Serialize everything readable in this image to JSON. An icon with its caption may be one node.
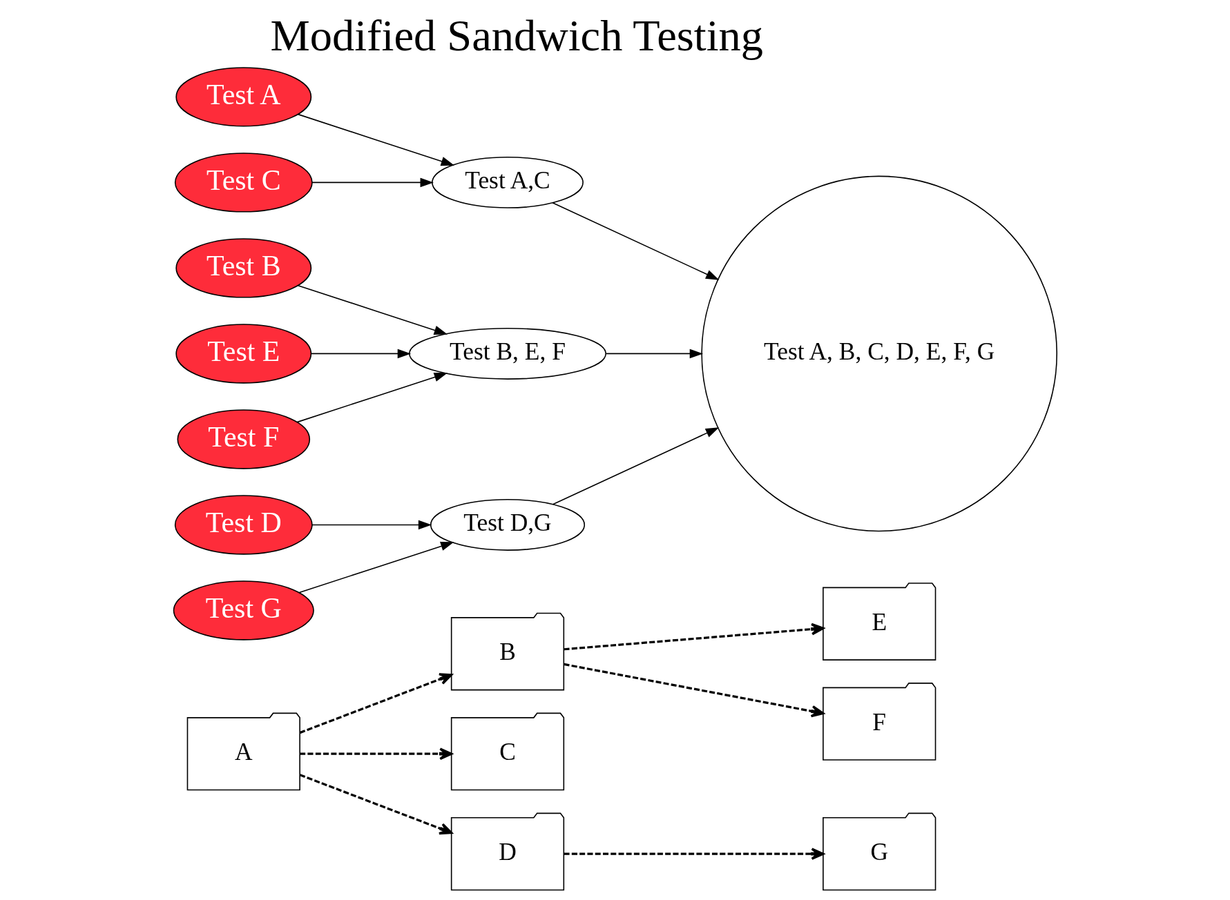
{
  "diagram": {
    "title": "Modified Sandwich Testing",
    "nodes": [
      {
        "text": [
          "A"
        ]
      },
      {
        "text": [
          "B"
        ]
      },
      {
        "text": [
          "C"
        ]
      },
      {
        "text": [
          "D"
        ]
      },
      {
        "text": [
          "E"
        ]
      },
      {
        "text": [
          "F"
        ]
      },
      {
        "text": [
          "G"
        ]
      },
      {
        "text": [
          "Test A"
        ]
      },
      {
        "text": [
          "Test C"
        ]
      },
      {
        "text": [
          "Test A,C"
        ]
      },
      {
        "text": [
          "Test B"
        ]
      },
      {
        "text": [
          "Test E"
        ]
      },
      {
        "text": [
          "Test F"
        ]
      },
      {
        "text": [
          "Test B, E, F"
        ]
      },
      {
        "text": [
          "Test D"
        ]
      },
      {
        "text": [
          "Test G"
        ]
      },
      {
        "text": [
          "Test D,G"
        ]
      },
      {
        "text": [
          "Test A, B, C, D, E, F, G"
        ]
      }
    ],
    "edges": [
      {
        "from": 0,
        "to": 1,
        "arrow": "to",
        "style": "dashed"
      },
      {
        "from": 0,
        "to": 2,
        "arrow": "to",
        "style": "dashed"
      },
      {
        "from": 0,
        "to": 3,
        "arrow": "to",
        "style": "dashed"
      },
      {
        "from": 1,
        "to": 4,
        "arrow": "to",
        "style": "dashed"
      },
      {
        "from": 1,
        "to": 5,
        "arrow": "to",
        "style": "dashed"
      },
      {
        "from": 3,
        "to": 6,
        "arrow": "to",
        "style": "dashed"
      },
      {
        "from": 7,
        "to": 9,
        "arrow": "to"
      },
      {
        "from": 8,
        "to": 9,
        "arrow": "to"
      },
      {
        "from": 10,
        "to": 13,
        "arrow": "to"
      },
      {
        "from": 11,
        "to": 13,
        "arrow": "to"
      },
      {
        "from": 12,
        "to": 13,
        "arrow": "to"
      },
      {
        "from": 14,
        "to": 16,
        "arrow": "to"
      },
      {
        "from": 15,
        "to": 16,
        "arrow": "to"
      },
      {
        "from": 9,
        "to": 17,
        "arrow": "to"
      },
      {
        "from": 13,
        "to": 17,
        "arrow": "to"
      },
      {
        "from": 16,
        "to": 17,
        "arrow": "to"
      }
    ]
  }
}
